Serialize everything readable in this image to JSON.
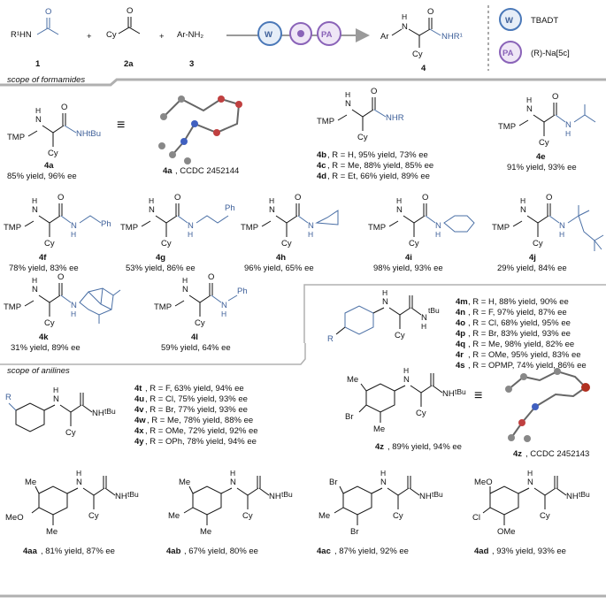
{
  "header": {
    "reagent1": {
      "label": "1",
      "n_label": "R¹HN",
      "o_label": "O"
    },
    "reagent2": {
      "label": "2a",
      "cy_label": "Cy",
      "o_label": "O"
    },
    "reagent3": {
      "label": "3",
      "formula": "Ar-NH₂"
    },
    "plus": "+",
    "catalyst_w": "W",
    "catalyst_pa": "PA",
    "product": {
      "label": "4",
      "ar": "Ar",
      "nh": "N",
      "h": "H",
      "o": "O",
      "nhr": "NHR¹",
      "cy": "Cy"
    },
    "legend": [
      {
        "badge": "W",
        "text": "TBADT"
      },
      {
        "badge": "PA",
        "text": "(R)-Na[5c]"
      }
    ]
  },
  "sections": {
    "formamides": "scope of formamides",
    "anilines": "scope of anilines"
  },
  "common": {
    "tmp": "TMP",
    "h": "H",
    "n": "N",
    "o": "O",
    "cy": "Cy",
    "nhtbu": "NH",
    "tbu": "tBu",
    "equiv": "≡"
  },
  "compounds": {
    "4a": {
      "label": "4a",
      "result": "85% yield, 96% ee",
      "amide": "NHtBu"
    },
    "4a_xray": {
      "label": "4a",
      "caption": ",  CCDC 2452144"
    },
    "4bcd": {
      "amide": "NHR",
      "lines": [
        {
          "label": "4b",
          "text": ", R = H, 95% yield, 73% ee"
        },
        {
          "label": "4c",
          "text": ", R = Me, 88% yield, 85% ee"
        },
        {
          "label": "4d",
          "text": ", R = Et, 66% yield, 89% ee"
        }
      ]
    },
    "4e": {
      "label": "4e",
      "result": "91% yield, 93% ee"
    },
    "4f": {
      "label": "4f",
      "result": "78% yield, 83% ee",
      "ph": "Ph"
    },
    "4g": {
      "label": "4g",
      "result": "53% yield, 86% ee",
      "ph": "Ph"
    },
    "4h": {
      "label": "4h",
      "result": "96% yield, 65% ee"
    },
    "4i": {
      "label": "4i",
      "result": "98% yield, 93% ee"
    },
    "4j": {
      "label": "4j",
      "result": "29% yield, 84% ee"
    },
    "4k": {
      "label": "4k",
      "result": "31% yield, 89% ee"
    },
    "4l": {
      "label": "4l",
      "result": "59% yield, 64% ee",
      "ph": "Ph"
    },
    "4m_s": {
      "r": "R",
      "lines": [
        {
          "label": "4m",
          "text": ", R = H, 88% yield, 90% ee"
        },
        {
          "label": "4n",
          "text": ", R = F, 97% yield, 87% ee"
        },
        {
          "label": "4o",
          "text": ", R = Cl, 68% yield, 95% ee"
        },
        {
          "label": "4p",
          "text": ", R = Br, 83% yield, 93% ee"
        },
        {
          "label": "4q",
          "text": ", R = Me, 98% yield, 82% ee"
        },
        {
          "label": "4r",
          "text": ", R = OMe, 95% yield, 83% ee"
        },
        {
          "label": "4s",
          "text": ", R = OPMP, 74% yield, 86% ee"
        }
      ]
    },
    "4t_y": {
      "r": "R",
      "lines": [
        {
          "label": "4t",
          "text": ", R = F, 63% yield, 94% ee"
        },
        {
          "label": "4u",
          "text": ", R = Cl, 75% yield, 93% ee"
        },
        {
          "label": "4v",
          "text": ", R = Br, 77% yield, 93% ee"
        },
        {
          "label": "4w",
          "text": ", R = Me, 78% yield, 88% ee"
        },
        {
          "label": "4x",
          "text": ", R = OMe, 72% yield, 92% ee"
        },
        {
          "label": "4y",
          "text": ", R = OPh, 78% yield, 94% ee"
        }
      ]
    },
    "4z": {
      "label": "4z",
      "result": ", 89% yield, 94% ee",
      "me": "Me",
      "br": "Br"
    },
    "4z_xray": {
      "label": "4z",
      "caption": ", CCDC 2452143"
    },
    "4aa": {
      "label": "4aa",
      "result": ", 81% yield, 87% ee",
      "me": "Me",
      "meo": "MeO"
    },
    "4ab": {
      "label": "4ab",
      "result": ", 67% yield, 80% ee",
      "me": "Me"
    },
    "4ac": {
      "label": "4ac",
      "result": ", 87% yield, 92% ee",
      "br": "Br",
      "me": "Me"
    },
    "4ad": {
      "label": "4ad",
      "result": ", 93% yield, 93% ee",
      "meo": "MeO",
      "cl": "Cl",
      "ome": "OMe"
    }
  },
  "colors": {
    "accent_blue": "#3d5f99",
    "divider_gray": "#b0b0b0",
    "catalyst_purple": "#8a63b8",
    "catalyst_blue": "#4a78b8"
  }
}
